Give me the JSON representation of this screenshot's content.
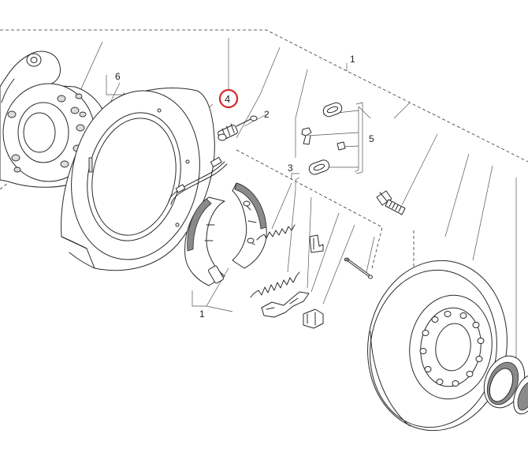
{
  "callouts": {
    "c1_top": "1",
    "c6": "6",
    "c4": "4",
    "c2": "2",
    "c5": "5",
    "c3": "3",
    "c1_bottom": "1"
  },
  "colors": {
    "highlight": "#d42a2a",
    "line": "#2a2a2a"
  },
  "highlighted_callout": "4"
}
